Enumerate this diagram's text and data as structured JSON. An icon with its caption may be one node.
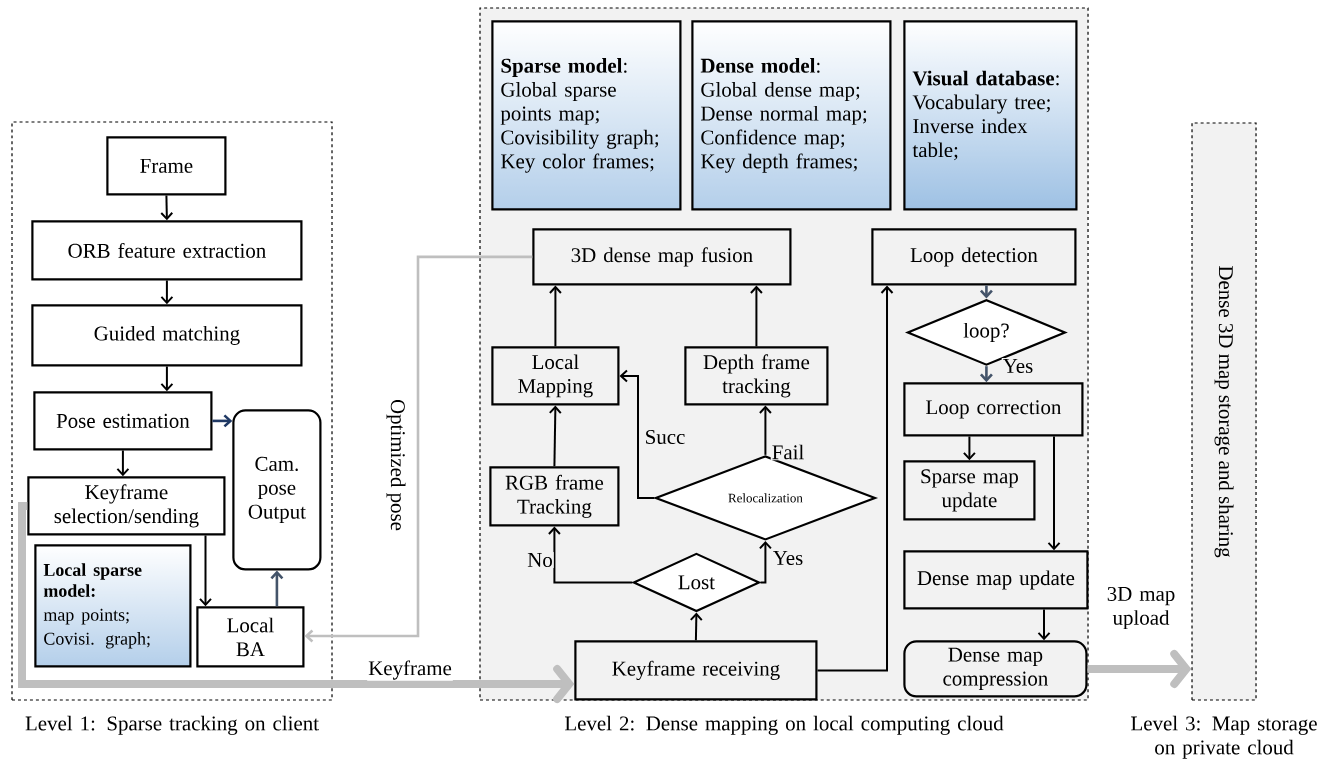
{
  "diagram": {
    "nodes": [
      {
        "text": [],
        "shape": "box",
        "beside": [
          "Level 1: Sparse tracking on client"
        ]
      },
      {
        "text": [],
        "shape": "box",
        "beside": [
          "Level 2: Dense mapping on local computing cloud"
        ]
      },
      {
        "text": [
          "Dense 3D map storage and sharing"
        ],
        "beside": [
          "Level 3: Map storage on private cloud"
        ]
      },
      {
        "text": [
          "Frame"
        ],
        "in": 0
      },
      {
        "text": [
          "ORB feature extraction"
        ],
        "in": 0
      },
      {
        "text": [
          "Guided matching"
        ],
        "in": 0
      },
      {
        "text": [
          "Pose estimation"
        ],
        "in": 0
      },
      {
        "text": [
          "Cam. pose Output"
        ],
        "in": 0
      },
      {
        "text": [
          "Keyframe selection/sending"
        ],
        "in": 0
      },
      {
        "text": [
          "Local sparse model:",
          "map points; Covisi. graph;"
        ],
        "in": 0
      },
      {
        "text": [
          "Local BA"
        ],
        "in": 0
      },
      {
        "text": [
          "**Sparse model**:",
          "Global sparse points map; Covisibility graph; Key color frames;"
        ],
        "in": 1
      },
      {
        "text": [
          "**Dense model**:",
          "Global dense map; Dense normal map; Confidence map; Key depth frames;"
        ],
        "in": 1
      },
      {
        "text": [
          "**Visual database**:",
          "Vocabulary tree; Inverse index table;"
        ],
        "in": 1
      },
      {
        "text": [
          "3D dense map fusion"
        ],
        "in": 1
      },
      {
        "text": [
          "Loop detection"
        ],
        "in": 1
      },
      {
        "text": [
          "loop?"
        ],
        "in": 1
      },
      {
        "text": [
          "Local Mapping"
        ],
        "in": 1
      },
      {
        "text": [
          "Depth frame tracking"
        ],
        "in": 1
      },
      {
        "text": [
          "Loop correction"
        ],
        "in": 1
      },
      {
        "text": [
          "RGB frame Tracking"
        ],
        "in": 1
      },
      {
        "text": [
          "Relocalization"
        ],
        "in": 1
      },
      {
        "text": [
          "Sparse map update"
        ],
        "in": 1
      },
      {
        "text": [
          "Lost"
        ],
        "in": 1
      },
      {
        "text": [
          "Dense map update"
        ],
        "in": 1
      },
      {
        "text": [
          "Keyframe receiving"
        ],
        "in": 1
      },
      {
        "text": [
          "Dense map compression"
        ],
        "in": 1
      }
    ],
    "edges": [
      {
        "from": 3,
        "to": 4,
        "arrow": "to"
      },
      {
        "from": 4,
        "to": 5,
        "arrow": "to"
      },
      {
        "from": 5,
        "to": 6,
        "arrow": "to"
      },
      {
        "from": 6,
        "to": 7,
        "arrow": "to",
        "color": "#1f3864"
      },
      {
        "from": 6,
        "to": 8,
        "arrow": "to"
      },
      {
        "from": 8,
        "to": 10,
        "arrow": "to"
      },
      {
        "from": 10,
        "to": 7,
        "arrow": "to",
        "color": "#44546a"
      },
      {
        "from": 8,
        "to": 25,
        "arrow": "to",
        "label": "Keyframe",
        "style": "thick",
        "color": "#bfbfbf"
      },
      {
        "from": 14,
        "to": 10,
        "arrow": "to",
        "label": "Optimized pose",
        "color": "#bfbfbf"
      },
      {
        "from": 25,
        "to": 23,
        "arrow": "to"
      },
      {
        "from": 23,
        "to": 20,
        "arrow": "to",
        "label": "No"
      },
      {
        "from": 23,
        "to": 21,
        "arrow": "to",
        "label": "Yes"
      },
      {
        "from": 21,
        "to": 18,
        "arrow": "to",
        "label": "Fail"
      },
      {
        "from": 21,
        "to": 17,
        "arrow": "to",
        "label": "Succ"
      },
      {
        "from": 20,
        "to": 17,
        "arrow": "to"
      },
      {
        "from": 17,
        "to": 14,
        "arrow": "to"
      },
      {
        "from": 18,
        "to": 14,
        "arrow": "to"
      },
      {
        "from": 25,
        "to": 15,
        "arrow": "to"
      },
      {
        "from": 15,
        "to": 16,
        "arrow": "to",
        "color": "#44546a"
      },
      {
        "from": 16,
        "to": 19,
        "arrow": "to",
        "label": "Yes",
        "color": "#44546a"
      },
      {
        "from": 19,
        "to": 22,
        "arrow": "to"
      },
      {
        "from": 19,
        "to": 24,
        "arrow": "to"
      },
      {
        "from": 24,
        "to": 26,
        "arrow": "to"
      },
      {
        "from": 26,
        "to": 2,
        "arrow": "to",
        "label": "3D map upload",
        "style": "thick",
        "color": "#bfbfbf"
      }
    ]
  }
}
